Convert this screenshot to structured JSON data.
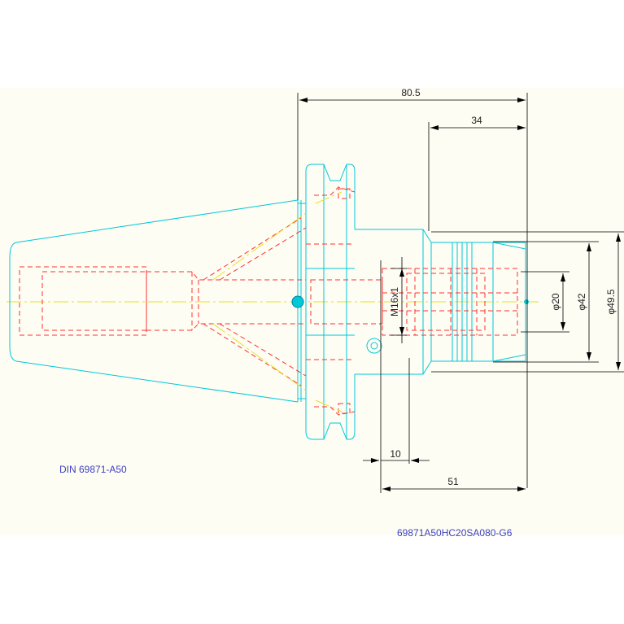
{
  "dimensions": {
    "total_length": "80.5",
    "nose_length": "34",
    "collet_depth": "51",
    "shoulder_gap": "10",
    "thread": "M16x1",
    "dia_bore": "φ20",
    "dia_body": "φ42",
    "dia_nose": "φ49.5"
  },
  "labels": {
    "standard": "DIN 69871-A50",
    "part_number": "69871A50HC20SA080-G6"
  },
  "colors": {
    "outline": "#00c8d8",
    "hidden": "#ff3030",
    "centerline": "#e8e020",
    "dimension": "#000000",
    "label": "#4040c0",
    "sheet": "#fdfdf4"
  }
}
